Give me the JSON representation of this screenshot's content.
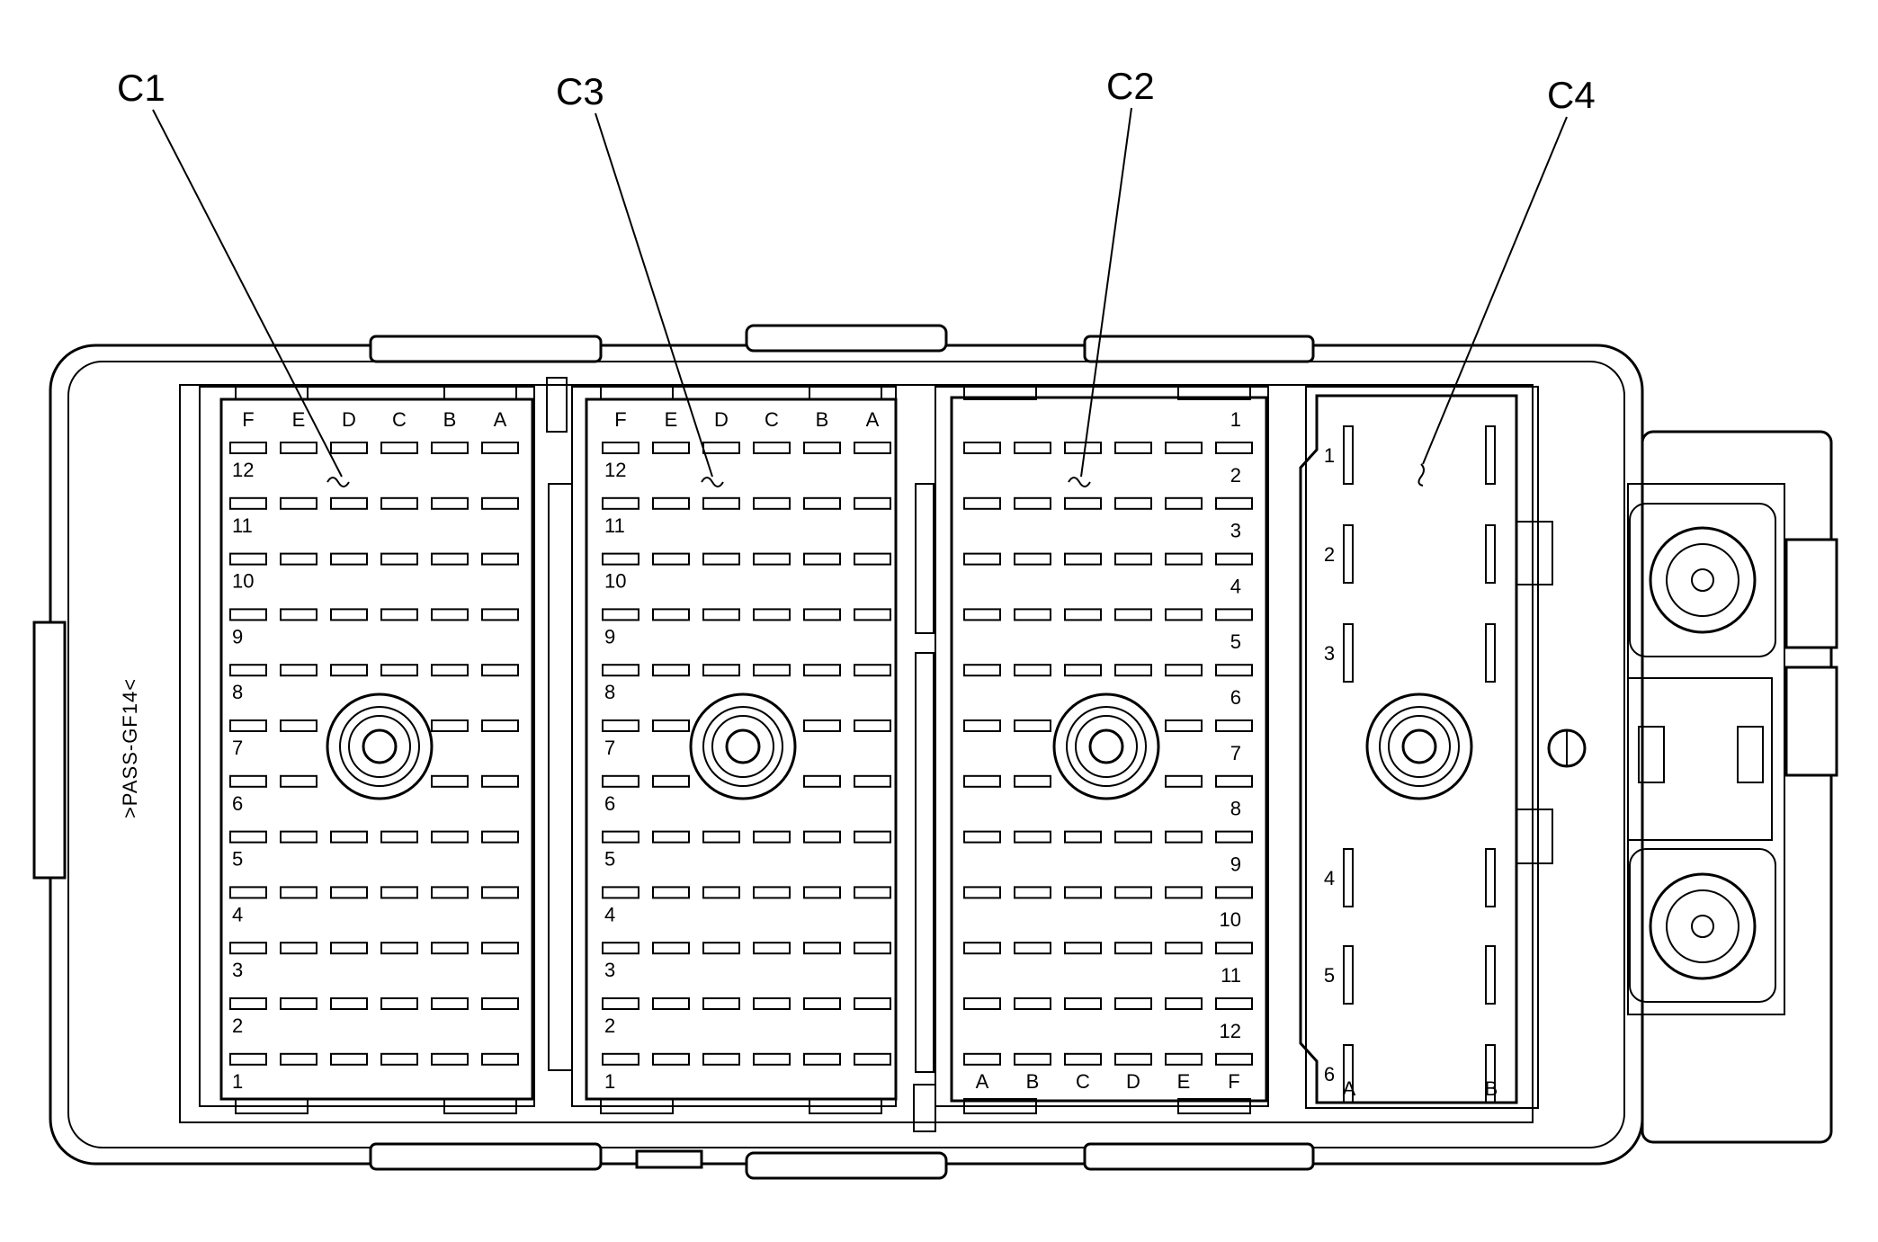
{
  "callouts": {
    "c1": "C1",
    "c3": "C3",
    "c2": "C2",
    "c4": "C4"
  },
  "side_label": ">PASS-GF14<",
  "c1": {
    "letters": [
      "F",
      "E",
      "D",
      "C",
      "B",
      "A"
    ],
    "rows": [
      "12",
      "11",
      "10",
      "9",
      "8",
      "7",
      "6",
      "5",
      "4",
      "3",
      "2",
      "1"
    ]
  },
  "c3": {
    "letters": [
      "F",
      "E",
      "D",
      "C",
      "B",
      "A"
    ],
    "rows": [
      "12",
      "11",
      "10",
      "9",
      "8",
      "7",
      "6",
      "5",
      "4",
      "3",
      "2",
      "1"
    ]
  },
  "c2": {
    "letters": [
      "A",
      "B",
      "C",
      "D",
      "E",
      "F"
    ],
    "rows": [
      "1",
      "2",
      "3",
      "4",
      "5",
      "6",
      "7",
      "8",
      "9",
      "10",
      "11",
      "12"
    ]
  },
  "c4": {
    "rows": [
      "1",
      "2",
      "3",
      "4",
      "5",
      "6"
    ],
    "letters": [
      "A",
      "B"
    ]
  }
}
